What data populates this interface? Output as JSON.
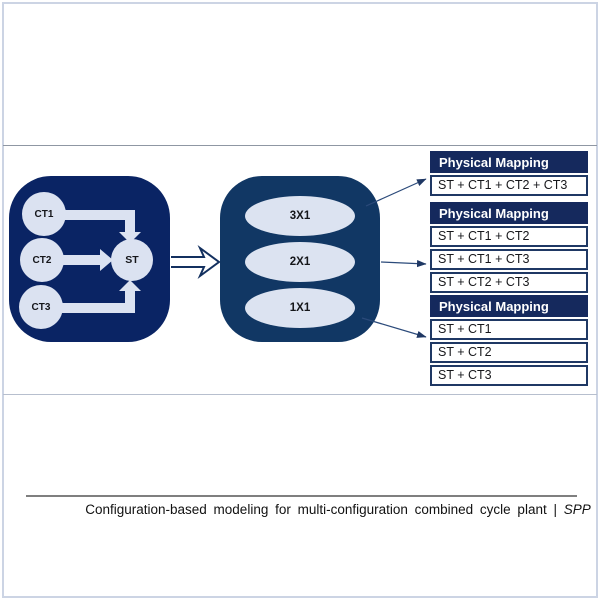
{
  "plant_block": {
    "units": [
      {
        "label": "CT1"
      },
      {
        "label": "CT2"
      },
      {
        "label": "CT3"
      }
    ],
    "hub": {
      "label": "ST"
    }
  },
  "config_block": {
    "options": [
      {
        "label": "3X1"
      },
      {
        "label": "2X1"
      },
      {
        "label": "1X1"
      }
    ]
  },
  "mapping_tables": [
    {
      "header": "Physical Mapping",
      "rows": [
        "ST + CT1 + CT2 + CT3"
      ]
    },
    {
      "header": "Physical Mapping",
      "rows": [
        "ST + CT1 + CT2",
        "ST + CT1 + CT3",
        "ST + CT2 + CT3"
      ]
    },
    {
      "header": "Physical Mapping",
      "rows": [
        "ST + CT1",
        "ST + CT2",
        "ST + CT3"
      ]
    }
  ],
  "caption": {
    "text": "Configuration-based modeling for multi-configuration combined cycle plant",
    "separator": "|",
    "suffix": "SPP"
  },
  "colors": {
    "plant_block_navy": "#0a2464",
    "config_block_navy": "#113764",
    "node_fill": "#dbe2f1",
    "table_header_bg": "#15295d",
    "table_border": "#1f3864",
    "connector": "#2b4a7a",
    "caption_rule": "#7f7f7f",
    "frame": "#ccd4e4"
  }
}
